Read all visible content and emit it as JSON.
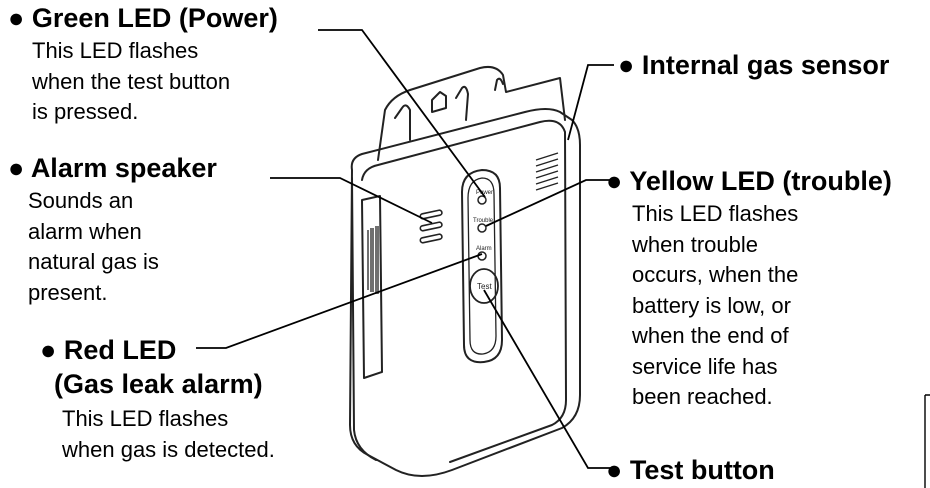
{
  "callouts": {
    "green_led": {
      "title": "Green LED (Power)",
      "desc": "This LED flashes\nwhen the test button\nis pressed."
    },
    "alarm_speaker": {
      "title": "Alarm speaker",
      "desc": "Sounds an\nalarm when\nnatural gas is\npresent."
    },
    "red_led": {
      "title": "Red LED",
      "subtitle": "(Gas leak alarm)",
      "desc": "This LED flashes\nwhen gas is detected."
    },
    "internal_sensor": {
      "title": "Internal gas sensor"
    },
    "yellow_led": {
      "title": "Yellow LED (trouble)",
      "desc": "This LED flashes\nwhen trouble\noccurs, when the\nbattery is low, or\nwhen the end of\nservice life has\nbeen reached."
    },
    "test_button": {
      "title": "Test button"
    }
  },
  "device": {
    "power_label": "Power",
    "trouble_label": "Trouble",
    "alarm_label": "Alarm",
    "test_label": "Test"
  },
  "bullet": "●"
}
